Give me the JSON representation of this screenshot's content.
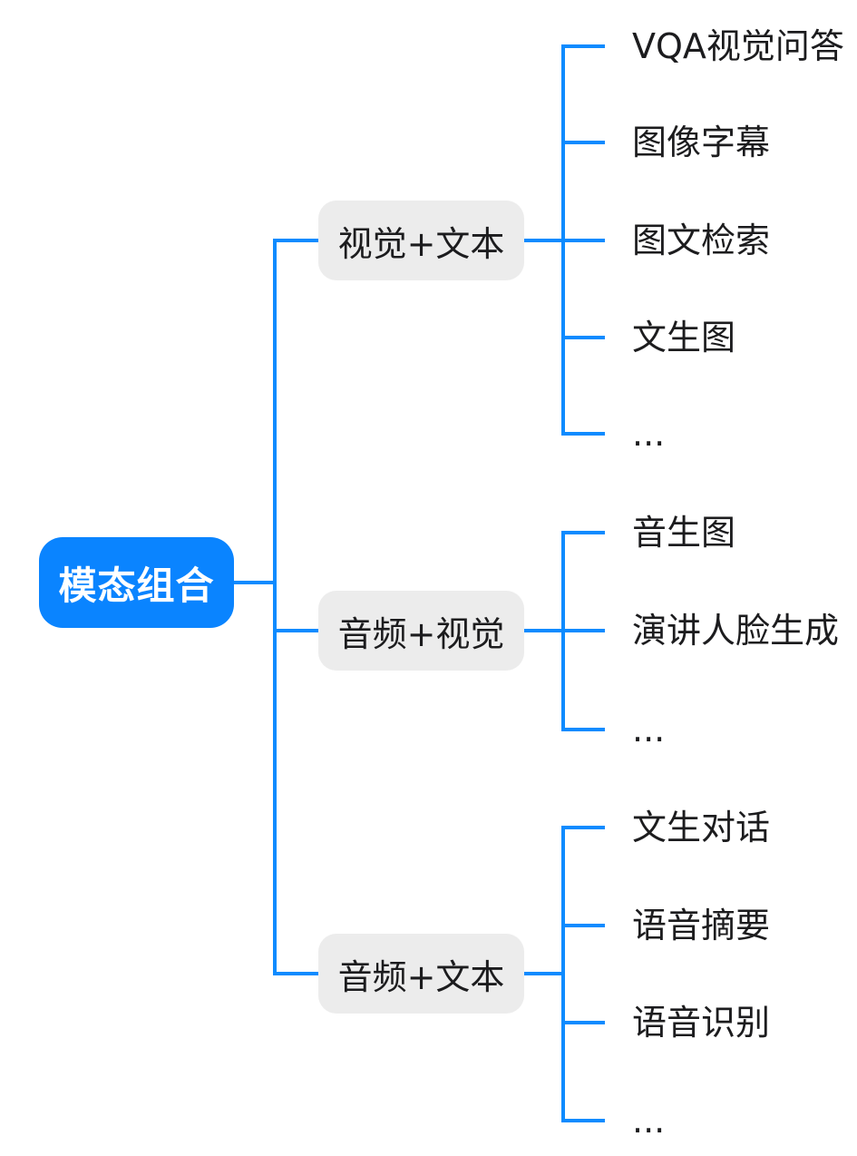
{
  "diagram": {
    "root_label": "模态组合",
    "branches": [
      {
        "label": "视觉+文本",
        "leaves": [
          "VQA视觉问答",
          "图像字幕",
          "图文检索",
          "文生图",
          "..."
        ]
      },
      {
        "label": "音频+视觉",
        "leaves": [
          "音生图",
          "演讲人脸生成",
          "..."
        ]
      },
      {
        "label": "音频+文本",
        "leaves": [
          "文生对话",
          "语音摘要",
          "语音识别",
          "..."
        ]
      }
    ],
    "colors": {
      "background": "#ffffff",
      "line": "#0e8bff",
      "root_fill": "#0a84ff",
      "root_text": "#ffffff",
      "node_fill": "#ececec",
      "node_text": "#1c1c1e"
    }
  }
}
